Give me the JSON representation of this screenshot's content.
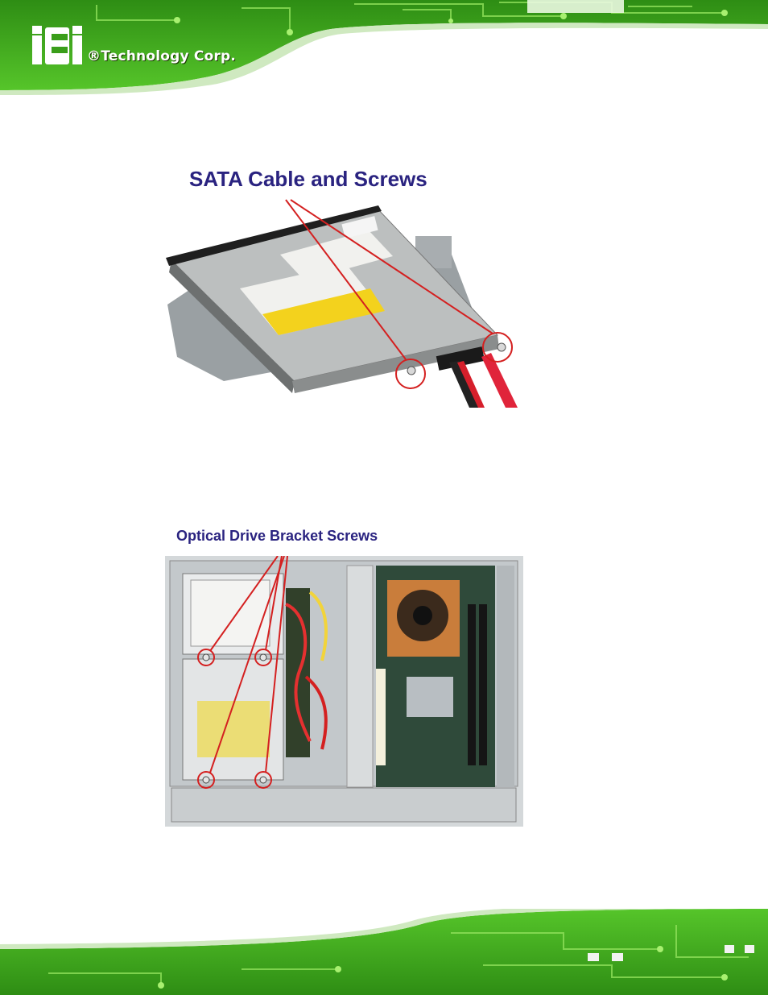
{
  "header": {
    "logo_mark": "iEi",
    "logo_text": "®Technology Corp."
  },
  "figure_top": {
    "title": "SATA Cable and Screws"
  },
  "figure_bottom": {
    "title": "Optical Drive Bracket Screws"
  },
  "colors": {
    "pcb_green": "#3fae1e",
    "title_navy": "#2a2380",
    "callout_red": "#d42020"
  },
  "icons": [
    "iei-logo-icon"
  ]
}
